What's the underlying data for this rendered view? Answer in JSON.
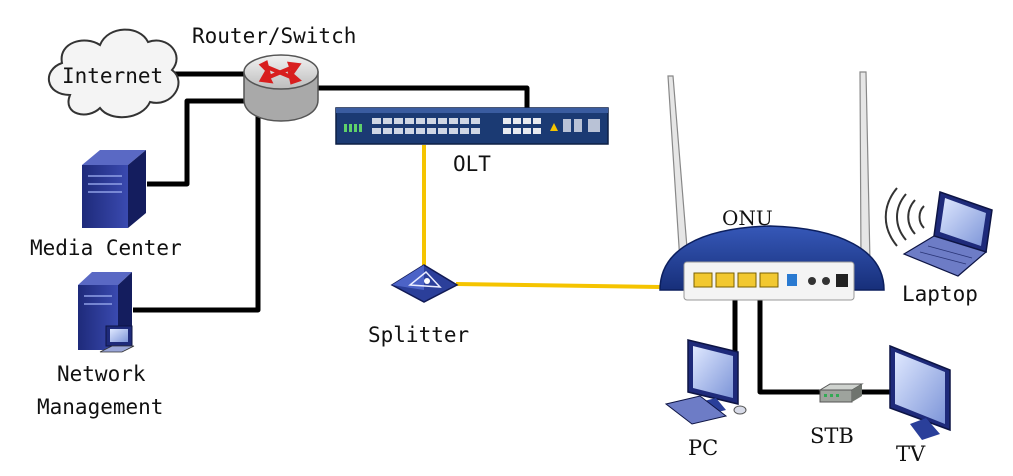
{
  "labels": {
    "router": "Router/Switch",
    "internet": "Internet",
    "olt": "OLT",
    "media_center": "Media Center",
    "network_management_line1": "Network",
    "network_management_line2": "Management",
    "splitter": "Splitter",
    "onu": "ONU",
    "laptop": "Laptop",
    "pc": "PC",
    "stb": "STB",
    "tv": "TV"
  },
  "colors": {
    "ethernet_cable": "#000000",
    "fiber_cable": "#f5c400",
    "onu_body": "#1f3f8f",
    "olt_body": "#1b3a73",
    "device_blue": "#2a3f9a"
  },
  "icons": [
    "cloud-icon",
    "router-icon",
    "olt-icon",
    "server-icon",
    "workstation-icon",
    "splitter-icon",
    "onu-icon",
    "laptop-icon",
    "wifi-icon",
    "pc-icon",
    "stb-icon",
    "tv-icon"
  ]
}
